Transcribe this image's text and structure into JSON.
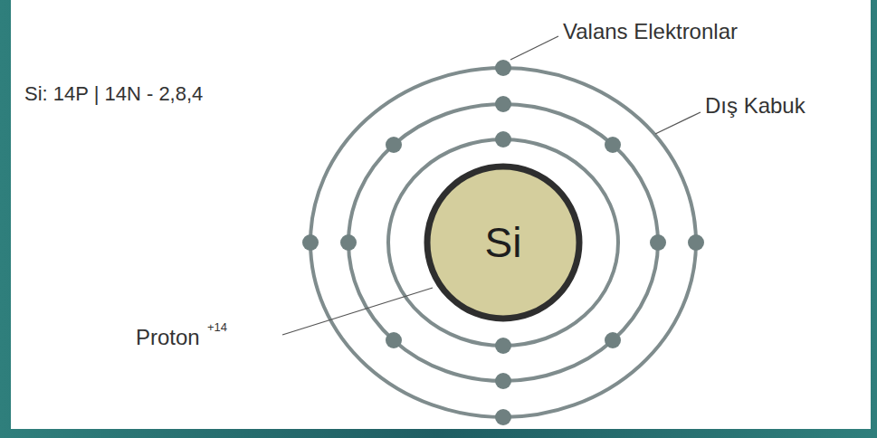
{
  "diagram": {
    "nodes": [
      {
        "text": [
          "Si"
        ]
      }
    ],
    "labels": [
      "Si: 14P | 14N - 2,8,4",
      "Valans Elektronlar",
      "Dış Kabuk",
      "Proton",
      "+14"
    ]
  }
}
